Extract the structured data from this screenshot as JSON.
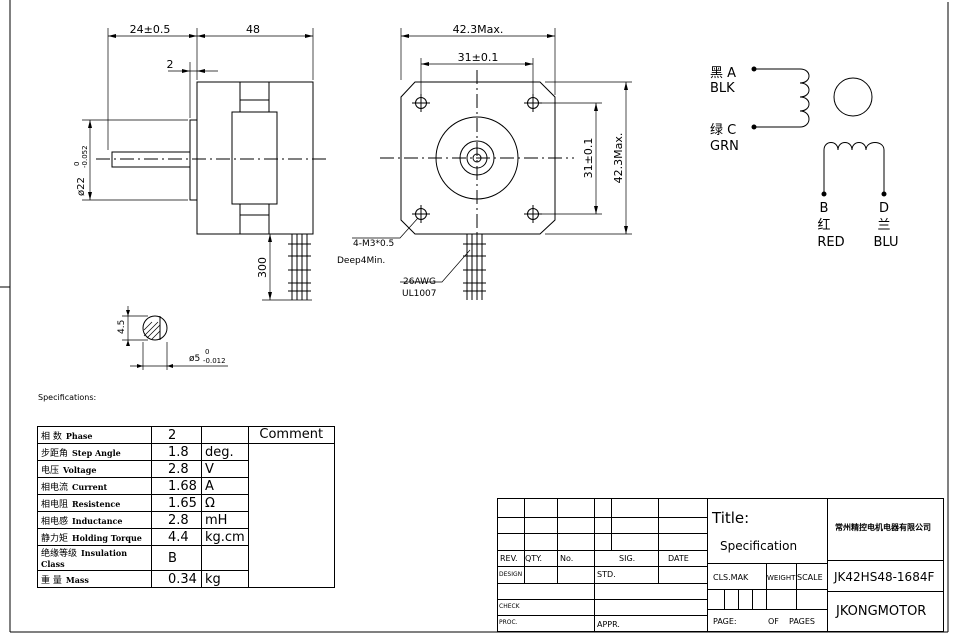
{
  "drawing": {
    "side_view": {
      "dim_shaft_length": "24±0.5",
      "dim_body_length": "48",
      "dim_flange": "2",
      "dim_diameter": "ø22",
      "dim_diameter_tol": "-0.052",
      "dim_diameter_tol_top": "0",
      "dim_lead_length": "300"
    },
    "front_view": {
      "dim_width": "42.3Max.",
      "dim_hole_spacing": "31±0.1",
      "dim_hole_spacing_v": "31±0.1",
      "dim_height": "42.3Max.",
      "note_holes": "4-M3*0.5",
      "note_depth": "Deep4Min.",
      "note_wire_gauge": "26AWG",
      "note_wire_type": "UL1007"
    },
    "shaft_detail": {
      "dim_flat": "4.5",
      "dim_shaft_dia": "ø5",
      "dim_shaft_tol": "-0.012",
      "dim_shaft_tol_top": "0"
    },
    "wiring": {
      "a_cn": "黑 A",
      "a_en": "BLK",
      "c_cn": "绿 C",
      "c_en": "GRN",
      "b_letter": "B",
      "b_cn": "红",
      "b_en": "RED",
      "d_letter": "D",
      "d_cn": "兰",
      "d_en": "BLU"
    }
  },
  "specifications": {
    "caption": "Specifications:",
    "comment_header": "Comment",
    "rows": [
      {
        "cn": "相  数",
        "en": "Phase",
        "value": "2",
        "unit": ""
      },
      {
        "cn": "步距角",
        "en": "Step Angle",
        "value": "1.8",
        "unit": "deg."
      },
      {
        "cn": "电压",
        "en": "Voltage",
        "value": "2.8",
        "unit": "V"
      },
      {
        "cn": "相电流",
        "en": "Current",
        "value": "1.68",
        "unit": "A"
      },
      {
        "cn": "相电阻",
        "en": "Resistence",
        "value": "1.65",
        "unit": "Ω"
      },
      {
        "cn": "相电感",
        "en": "Inductance",
        "value": "2.8",
        "unit": "mH"
      },
      {
        "cn": "静力矩",
        "en": "Holding Torque",
        "value": "4.4",
        "unit": "kg.cm"
      },
      {
        "cn": "绝缘等级",
        "en": "Insulation Class",
        "value": "B",
        "unit": ""
      },
      {
        "cn": "重  量",
        "en": "Mass",
        "value": "0.34",
        "unit": "kg"
      }
    ]
  },
  "title_block": {
    "rev": "REV.",
    "qty": "QTY.",
    "no": "No.",
    "sig": "SIG.",
    "date": "DATE",
    "design": "DESIGN",
    "std": "STD.",
    "check": "CHECK",
    "proc": "PROC.",
    "appr": "APPR.",
    "title_label": "Title:",
    "title_value": "Specification",
    "cls_mak": "CLS.MAK",
    "weight": "WEIGHT",
    "scale": "SCALE",
    "page": "PAGE:",
    "of": "OF",
    "pages": "PAGES",
    "company": "常州精控电机电器有限公司",
    "model": "JK42HS48-1684F",
    "brand": "JKONGMOTOR"
  }
}
